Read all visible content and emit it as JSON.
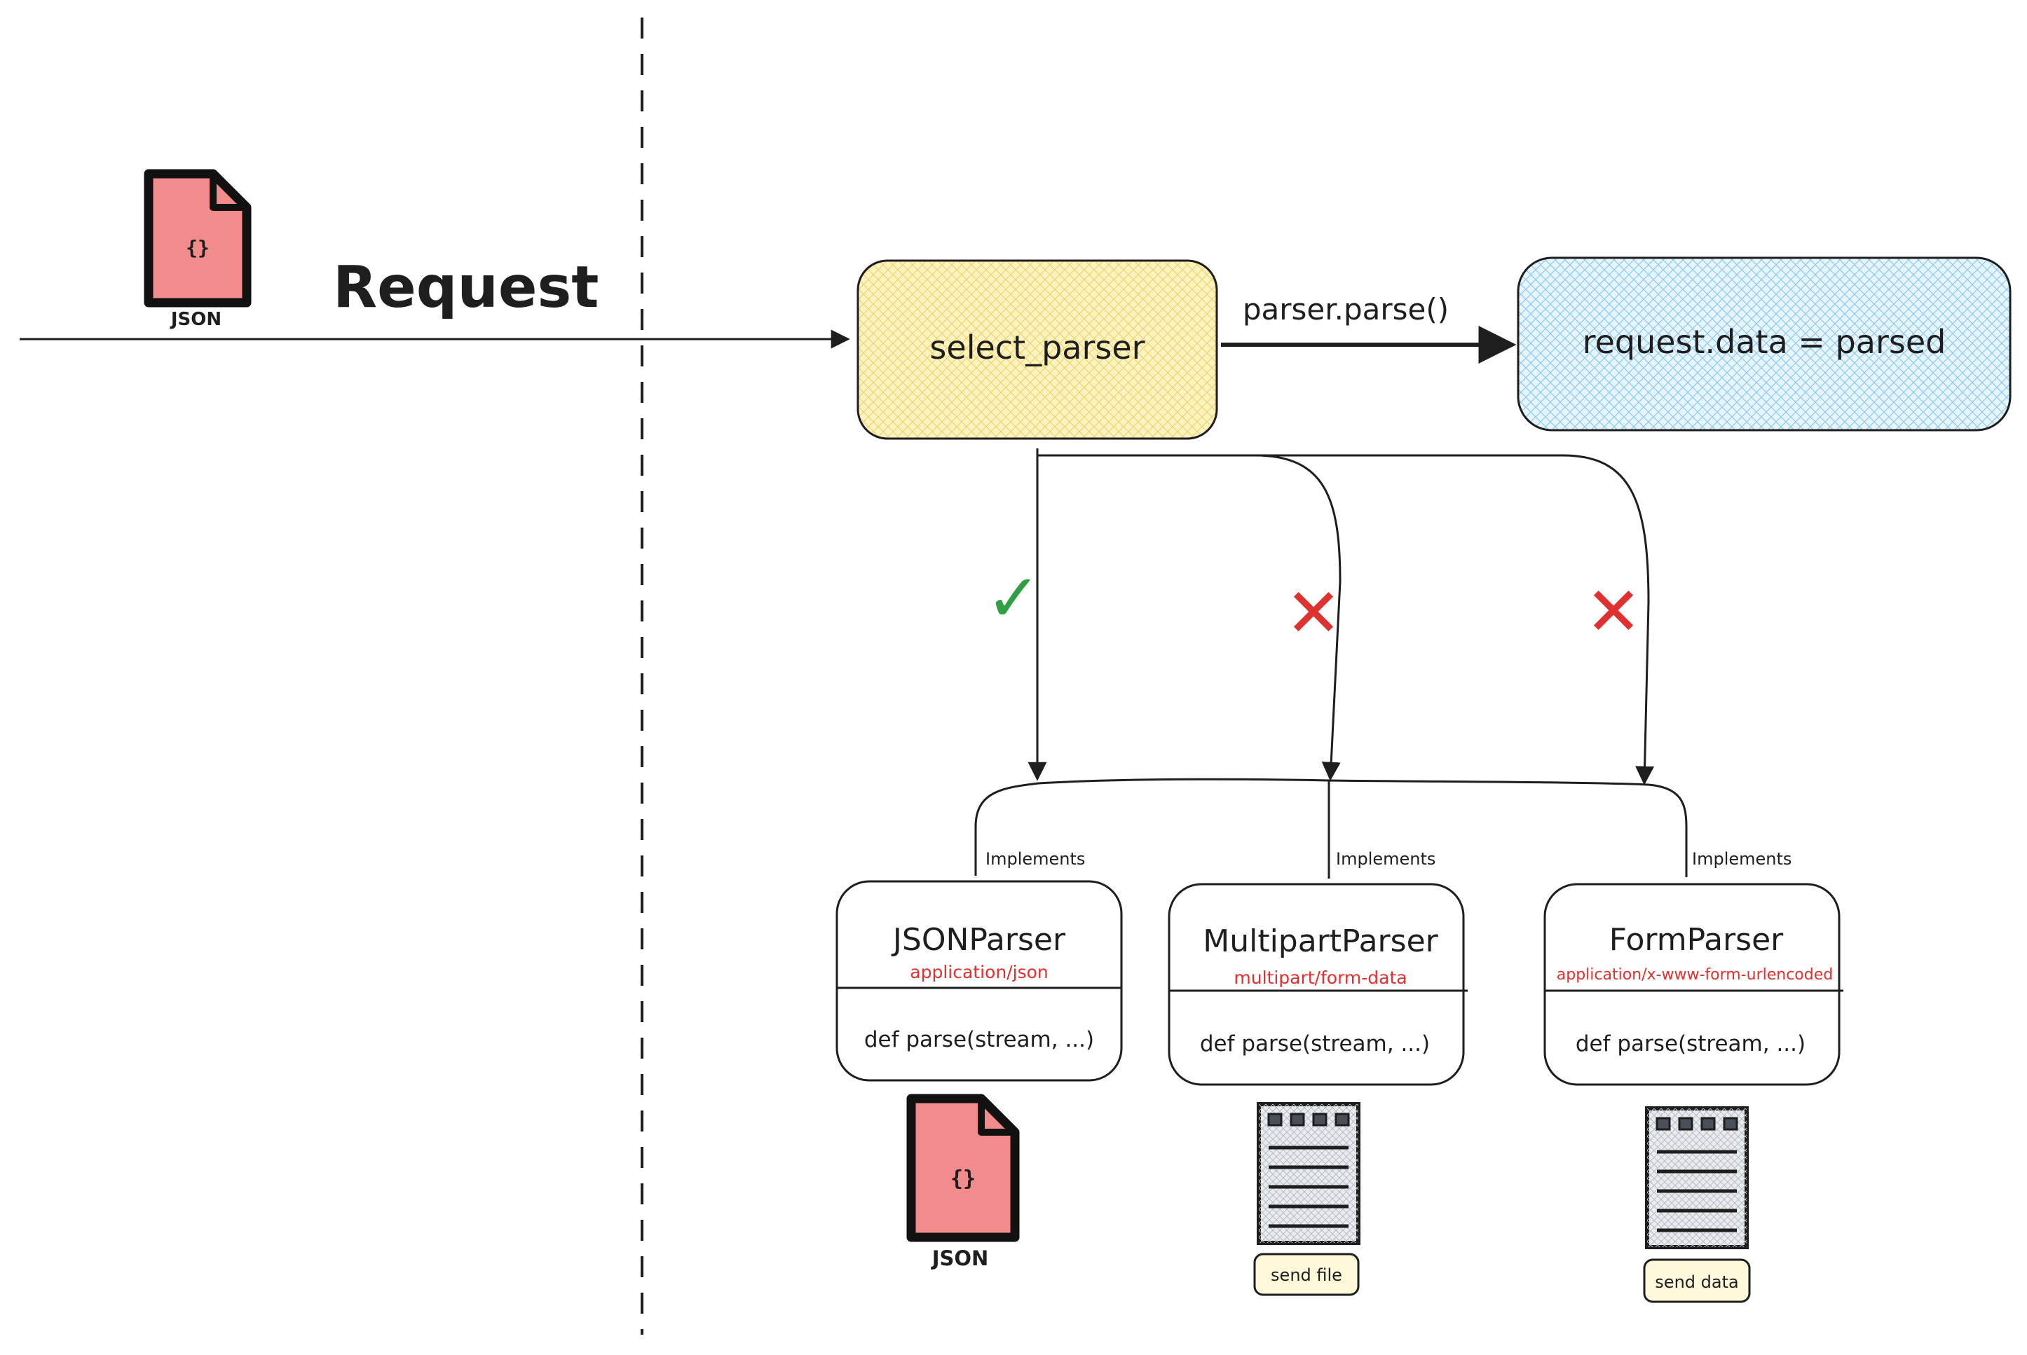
{
  "request": {
    "label": "Request",
    "file_icon": "json-file-icon",
    "file_label": "JSON"
  },
  "flow": {
    "select_label": "select_parser",
    "arrow_label": "parser.parse()",
    "result_label": "request.data = parsed",
    "implements_label": "Implements"
  },
  "branches": [
    {
      "mark": "✓",
      "mark_color": "#2f9e44"
    },
    {
      "mark": "✕",
      "mark_color": "#e03131"
    },
    {
      "mark": "✕",
      "mark_color": "#e03131"
    }
  ],
  "parsers": [
    {
      "name": "JSONParser",
      "media_type": "application/json",
      "method": "def parse(stream, ...)",
      "asset_label": "JSON",
      "asset_icon": "json-file-icon"
    },
    {
      "name": "MultipartParser",
      "media_type": "multipart/form-data",
      "method": "def parse(stream, ...)",
      "asset_label": "send file",
      "asset_icon": "form-document-icon"
    },
    {
      "name": "FormParser",
      "media_type": "application/x-www-form-urlencoded",
      "method": "def parse(stream, ...)",
      "asset_label": "send data",
      "asset_icon": "form-document-icon"
    }
  ],
  "colors": {
    "select_fill": "#fff3bf",
    "select_hatch": "#f5d76e",
    "result_fill": "#e7f5ff",
    "result_hatch": "#74c0fc",
    "json_file": "#f28b8b",
    "tag_fill": "#fff9db",
    "check": "#2f9e44",
    "cross": "#e03131"
  }
}
